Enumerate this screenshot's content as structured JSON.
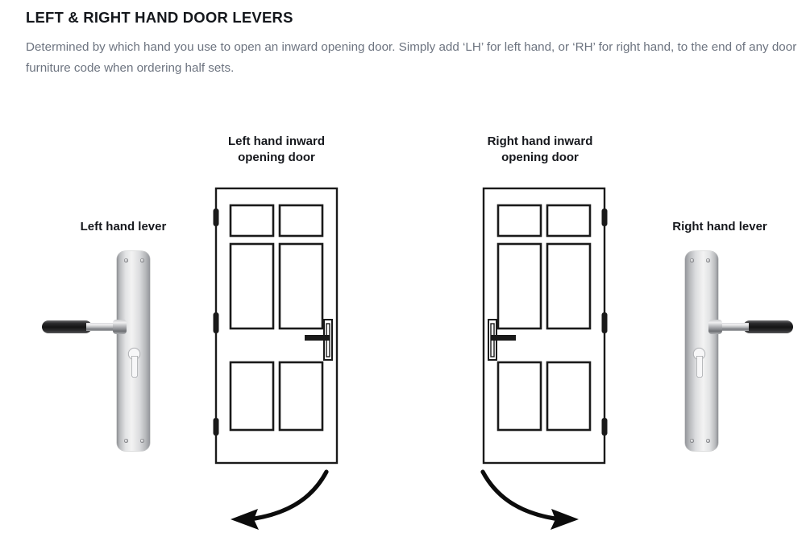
{
  "page": {
    "heading": "LEFT & RIGHT HAND DOOR LEVERS",
    "intro": "Determined by which hand you use to open an inward opening door. Simply add ‘LH’ for left hand, or ‘RH’ for right hand, to the end of any door furniture code when ordering half sets.",
    "background_color": "#ffffff",
    "heading_color": "#14171c",
    "body_text_color": "#6d7480",
    "label_color": "#16181d",
    "line_color": "#1a1a1a"
  },
  "diagram": {
    "labels": {
      "left_lever": "Left hand lever",
      "right_lever": "Right hand lever",
      "left_door_line1": "Left hand inward",
      "left_door_line2": "opening door",
      "right_door_line1": "Right hand inward",
      "right_door_line2": "opening door"
    },
    "left_door": {
      "name": "left-hand-inward-opening-door",
      "hinge_side": "left",
      "handle_side": "right",
      "swing_arrow_direction": "left",
      "panel_count": 6,
      "hinge_count": 3
    },
    "right_door": {
      "name": "right-hand-inward-opening-door",
      "hinge_side": "right",
      "handle_side": "left",
      "swing_arrow_direction": "right",
      "panel_count": 6,
      "hinge_count": 3
    },
    "left_lever": {
      "name": "left-hand-door-lever",
      "lever_direction": "left",
      "grip_color": "#141415",
      "plate_color": "#e2e3e4",
      "screw_count": 4,
      "has_euro_cylinder_keyhole": true
    },
    "right_lever": {
      "name": "right-hand-door-lever",
      "lever_direction": "right",
      "grip_color": "#141415",
      "plate_color": "#e2e3e4",
      "screw_count": 4,
      "has_euro_cylinder_keyhole": true
    }
  }
}
